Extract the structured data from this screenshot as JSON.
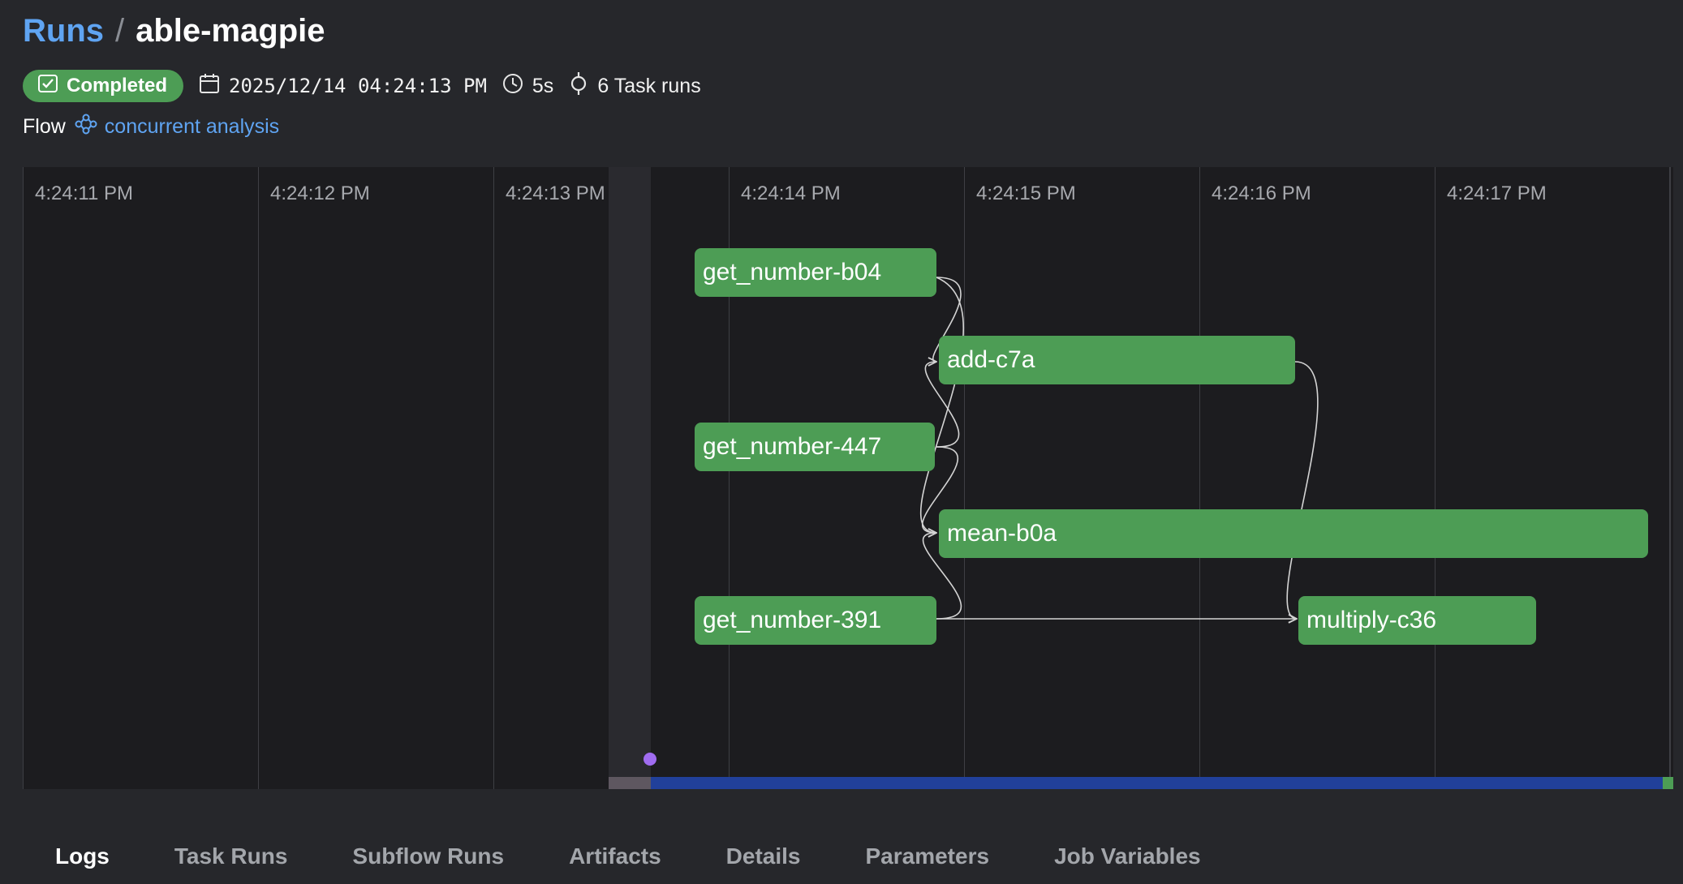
{
  "breadcrumb": {
    "parent": "Runs",
    "separator": "/",
    "current": "able-magpie"
  },
  "status": {
    "label": "Completed",
    "color": "#4d9d55"
  },
  "meta": {
    "datetime": "2025/12/14 04:24:13 PM",
    "duration": "5s",
    "task_runs": "6 Task runs"
  },
  "flow": {
    "label": "Flow",
    "name": "concurrent analysis"
  },
  "timeline": {
    "ticks": [
      "4:24:11 PM",
      "4:24:12 PM",
      "4:24:13 PM",
      "4:24:14 PM",
      "4:24:15 PM",
      "4:24:16 PM",
      "4:24:17 PM"
    ],
    "nodes": [
      "get_number-b04",
      "add-c7a",
      "get_number-447",
      "mean-b0a",
      "get_number-391",
      "multiply-c36"
    ]
  },
  "tabs": [
    "Logs",
    "Task Runs",
    "Subflow Runs",
    "Artifacts",
    "Details",
    "Parameters",
    "Job Variables"
  ],
  "colors": {
    "accent": "#5fa4f2",
    "node": "#4d9d55",
    "progress": "#21409a",
    "marker": "#a06cf0"
  }
}
